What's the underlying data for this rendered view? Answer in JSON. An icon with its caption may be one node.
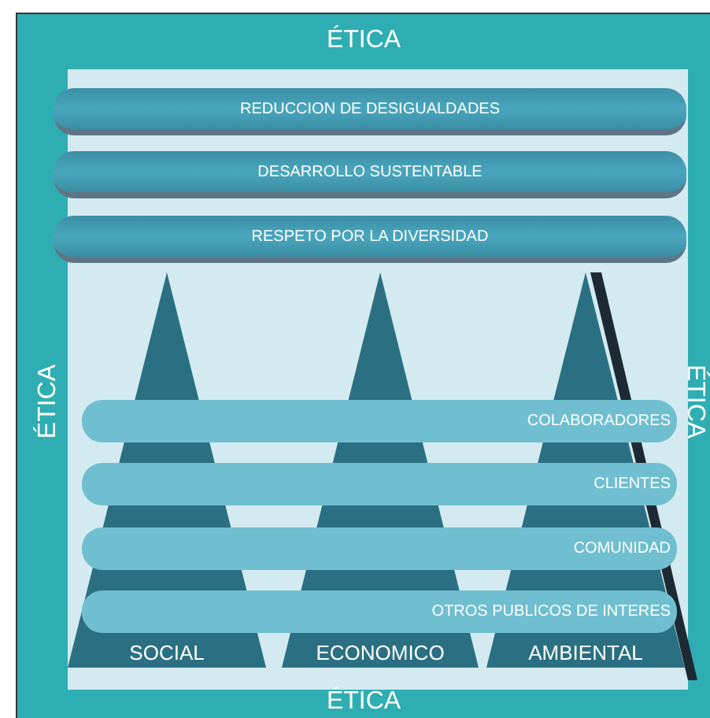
{
  "diagram": {
    "nodes": [
      {
        "text": [
          "ÉTICA",
          "ÉTICA",
          "ÉTICA",
          "ÉTICA"
        ]
      },
      {
        "text": [
          "REDUCCION DE DESIGUALDADES"
        ],
        "in": 0
      },
      {
        "text": [
          "DESARROLLO  SUSTENTABLE"
        ],
        "in": 0
      },
      {
        "text": [
          "RESPETO POR LA DIVERSIDAD"
        ],
        "in": 0
      },
      {
        "text": [
          "SOCIAL"
        ],
        "in": 0
      },
      {
        "text": [
          "ECONOMICO"
        ],
        "in": 0
      },
      {
        "text": [
          "AMBIENTAL"
        ],
        "in": 0
      },
      {
        "text": [
          "COLABORADORES"
        ],
        "in": 0
      },
      {
        "text": [
          "CLIENTES"
        ],
        "in": 0
      },
      {
        "text": [
          "COMUNIDAD"
        ],
        "in": 0
      },
      {
        "text": [
          "OTROS PUBLICOS DE INTERES"
        ],
        "in": 0
      }
    ]
  }
}
